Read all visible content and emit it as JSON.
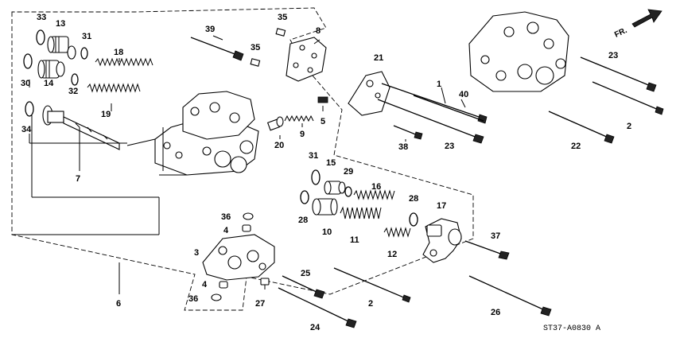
{
  "diagram": {
    "part_labels": [
      "33",
      "13",
      "31",
      "30",
      "14",
      "32",
      "34",
      "18",
      "19",
      "7",
      "39",
      "35",
      "35",
      "8",
      "5",
      "20",
      "9",
      "21",
      "1",
      "40",
      "38",
      "23",
      "23",
      "2",
      "22",
      "31",
      "15",
      "29",
      "16",
      "28",
      "28",
      "10",
      "11",
      "17",
      "12",
      "37",
      "36",
      "4",
      "3",
      "4",
      "36",
      "27",
      "25",
      "2",
      "26",
      "24",
      "6"
    ],
    "drawing_code": "ST37-A0830 A",
    "direction_label": "FR."
  }
}
